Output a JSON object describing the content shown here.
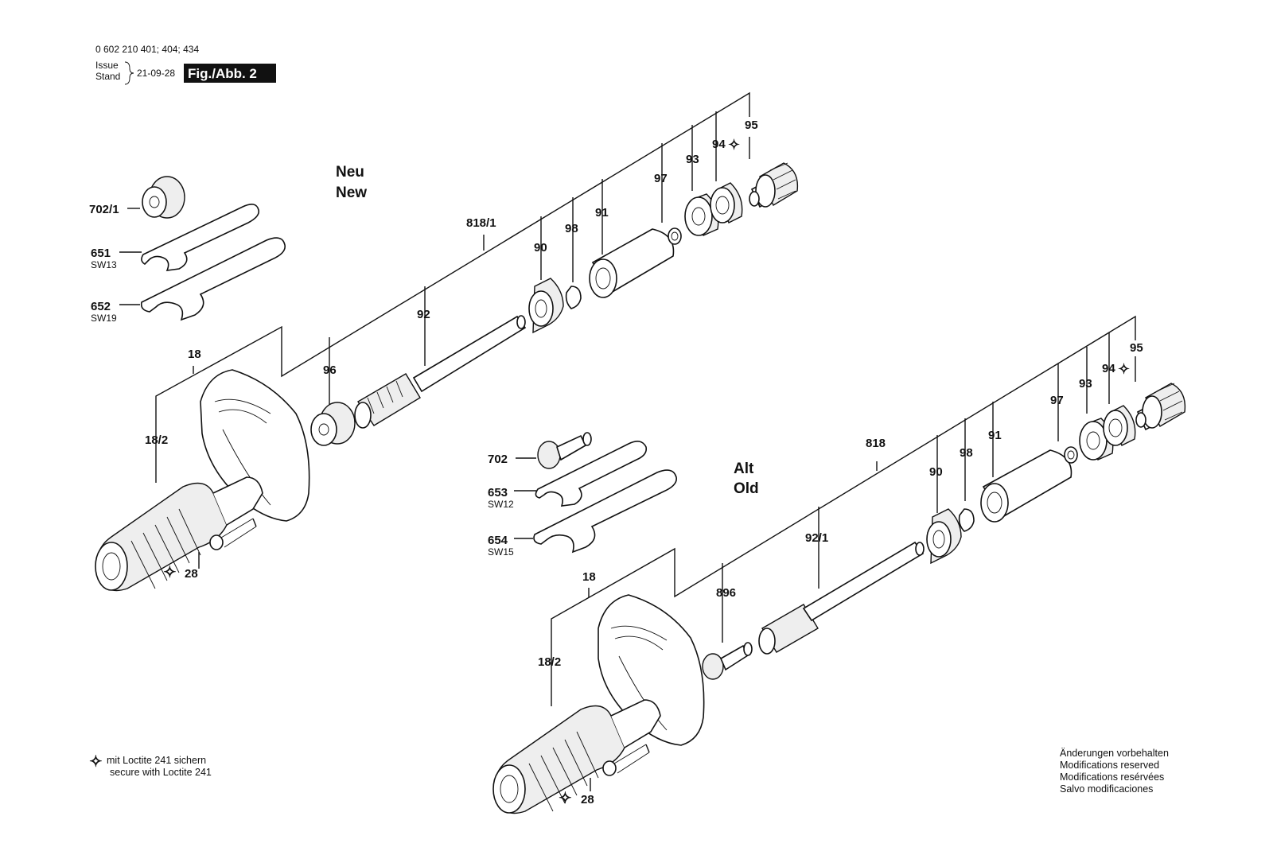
{
  "header": {
    "part_numbers": "0 602 210 401; 404; 434",
    "issue_label": "Issue",
    "stand_label": "Stand",
    "date": "21-09-28",
    "figure_label": "Fig./Abb. 2"
  },
  "sections": {
    "new": {
      "line1": "Neu",
      "line2": "New"
    },
    "old": {
      "line1": "Alt",
      "line2": "Old"
    }
  },
  "labels": {
    "n_702_1": "702/1",
    "n_651": "651",
    "n_651_sw": "SW13",
    "n_652": "652",
    "n_652_sw": "SW19",
    "n_18": "18",
    "n_18_2": "18/2",
    "n_28": "28",
    "n_96": "96",
    "n_92": "92",
    "n_818_1": "818/1",
    "n_90": "90",
    "n_98": "98",
    "n_91": "91",
    "n_97": "97",
    "n_93": "93",
    "n_94": "94",
    "n_95": "95",
    "o_702": "702",
    "o_653": "653",
    "o_653_sw": "SW12",
    "o_654": "654",
    "o_654_sw": "SW15",
    "o_18": "18",
    "o_18_2": "18/2",
    "o_28": "28",
    "o_896": "896",
    "o_92_1": "92/1",
    "o_818": "818",
    "o_90": "90",
    "o_98": "98",
    "o_91": "91",
    "o_97": "97",
    "o_93": "93",
    "o_94": "94",
    "o_95": "95"
  },
  "legend": {
    "symbol": "✧",
    "line1": "mit Loctite 241 sichern",
    "line2": "secure with Loctite 241"
  },
  "footer_notes": [
    "Änderungen vorbehalten",
    "Modifications reserved",
    "Modifications resérvées",
    "Salvo modificaciones"
  ]
}
